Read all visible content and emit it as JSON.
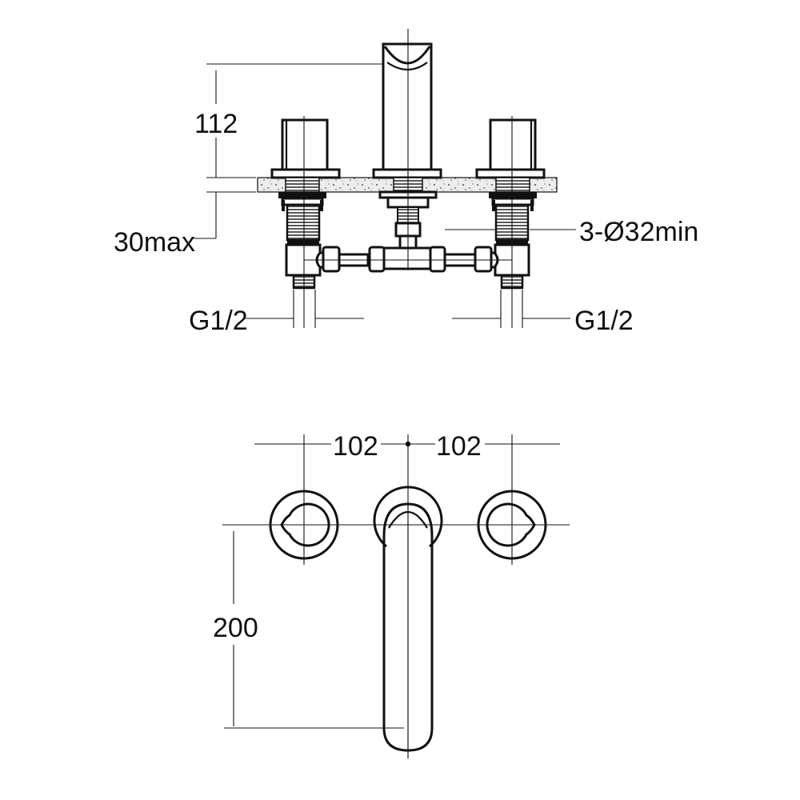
{
  "drawing": {
    "title": "3-hole basin mixer technical drawing",
    "views": [
      {
        "name": "front-elevation"
      },
      {
        "name": "plan-view"
      }
    ]
  },
  "dimensions": {
    "spout_height": "112",
    "deck_thickness": "30max",
    "hole_diameter": "3-Ø32min",
    "inlet_left": "G1/2",
    "inlet_right": "G1/2",
    "spacing_left": "102",
    "spacing_right": "102",
    "spout_projection": "200"
  },
  "colors": {
    "line": "#111111",
    "background": "#ffffff",
    "deck_fill": "#e8e8e8"
  }
}
